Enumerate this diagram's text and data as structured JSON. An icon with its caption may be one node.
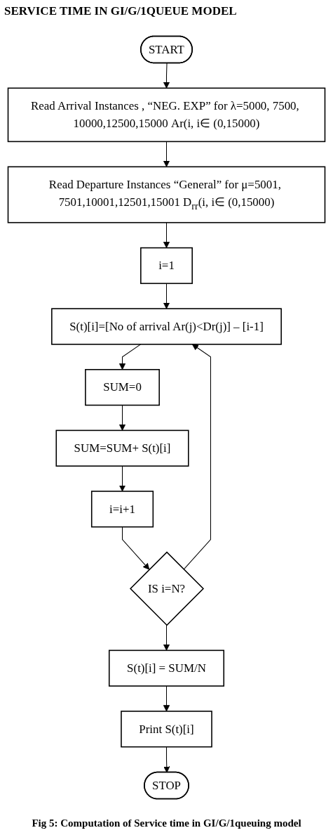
{
  "diagram": {
    "title": "SERVICE TIME IN GI/G/1QUEUE MODEL",
    "caption": "Fig 5: Computation of Service time in GI/G/1queuing model",
    "nodes": [
      {
        "text": [
          "START"
        ]
      },
      {
        "text": [
          "Read Arrival Instances , “NEG. EXP” for λ=5000, 7500, 10000,12500,15000 Ar(i, i∈ (0,15000)"
        ]
      },
      {
        "text": [
          "Read Departure Instances “General” for μ=5001, 7501,10001,12501,15001 D$_{rr}$(i, i∈ (0,15000)"
        ]
      },
      {
        "text": [
          "i=1"
        ]
      },
      {
        "text": [
          "S(t)[i]=[No of arrival Ar(j)<Dr(j)] – [i-1]"
        ]
      },
      {
        "text": [
          "SUM=0"
        ]
      },
      {
        "text": [
          "SUM=SUM+ S(t)[i]"
        ]
      },
      {
        "text": [
          "i=i+1"
        ]
      },
      {
        "text": [
          "IS i=N?"
        ]
      },
      {
        "text": [
          "S(t)[i] = SUM/N"
        ]
      },
      {
        "text": [
          "Print S(t)[i]"
        ]
      },
      {
        "text": [
          "STOP"
        ]
      }
    ],
    "edges": [
      {
        "from": 0,
        "to": 1,
        "arrow": "to"
      },
      {
        "from": 1,
        "to": 2,
        "arrow": "to"
      },
      {
        "from": 2,
        "to": 3,
        "arrow": "to"
      },
      {
        "from": 3,
        "to": 4,
        "arrow": "to"
      },
      {
        "from": 4,
        "to": 5,
        "arrow": "to"
      },
      {
        "from": 5,
        "to": 6,
        "arrow": "to"
      },
      {
        "from": 6,
        "to": 7,
        "arrow": "to"
      },
      {
        "from": 7,
        "to": 8,
        "arrow": "to"
      },
      {
        "from": 8,
        "to": 4,
        "arrow": "to"
      },
      {
        "from": 8,
        "to": 9,
        "arrow": "to"
      },
      {
        "from": 9,
        "to": 10,
        "arrow": "to"
      },
      {
        "from": 10,
        "to": 11,
        "arrow": "to"
      }
    ]
  }
}
